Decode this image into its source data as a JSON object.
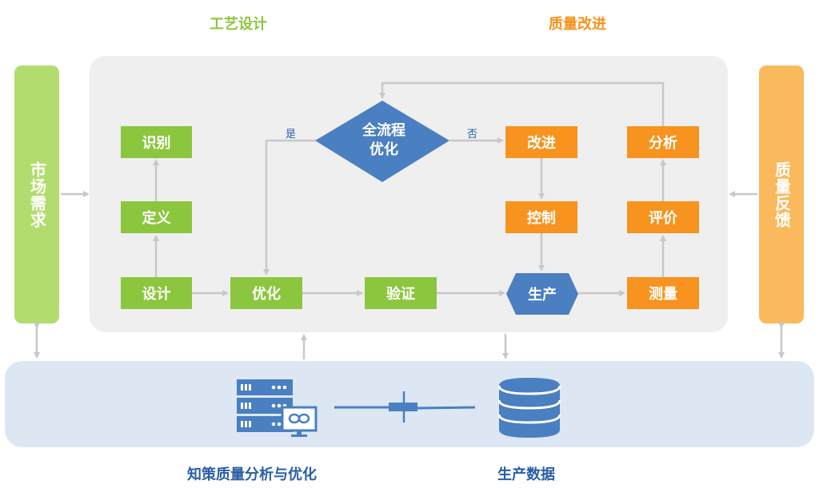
{
  "titles": {
    "process_design": "工艺设计",
    "quality_improvement": "质量改进"
  },
  "side": {
    "market_demand": "市场需求",
    "quality_feedback": "质量反馈"
  },
  "nodes": {
    "identify": "识别",
    "define": "定义",
    "design": "设计",
    "optimize": "优化",
    "verify": "验证",
    "improve": "改进",
    "control": "控制",
    "analyze": "分析",
    "evaluate": "评价",
    "measure": "测量",
    "production": "生产",
    "full_process_line1": "全流程",
    "full_process_line2": "优化"
  },
  "branch": {
    "yes": "是",
    "no": "否"
  },
  "bottom": {
    "analysis_label": "知策质量分析与优化",
    "data_label": "生产数据"
  },
  "colors": {
    "green": "#8cc63f",
    "orange": "#f7931e",
    "blue": "#4a7fc1",
    "panel_gray": "#efefef",
    "panel_blue": "#dce7f3",
    "arrow_gray": "#c8c8c8"
  },
  "icons": {
    "server": "server-icon",
    "database": "database-icon",
    "connector": "connector-icon"
  }
}
